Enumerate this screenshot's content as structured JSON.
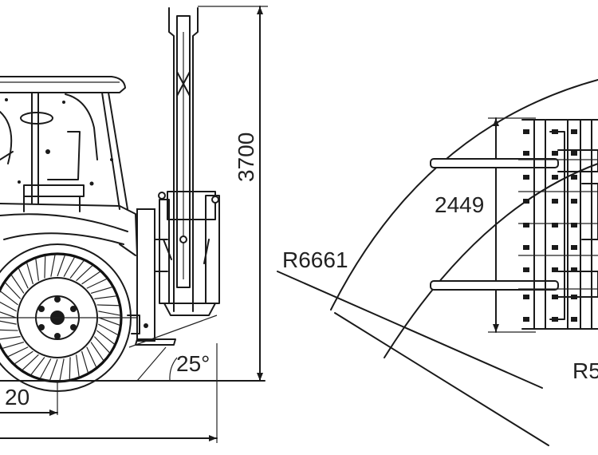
{
  "dimensions": {
    "height_label": "3700",
    "reach_label": "2449",
    "outer_radius_label": "R6661",
    "inner_radius_label": "R5",
    "angle_label": "25°",
    "bottom_label": "20"
  },
  "colors": {
    "ink": "#1a1a1a",
    "background": "#ffffff"
  }
}
